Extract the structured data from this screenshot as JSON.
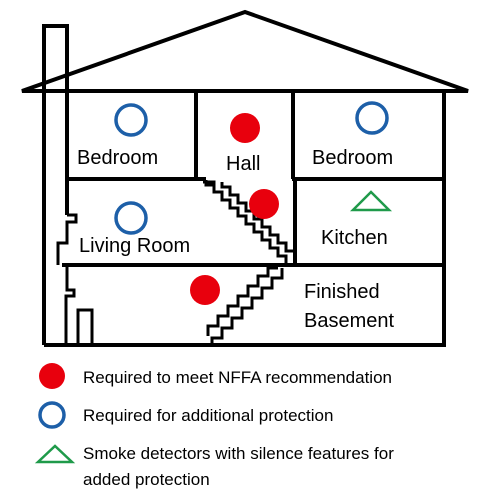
{
  "colors": {
    "outline": "#000000",
    "required_fill": "#e8000d",
    "additional_stroke": "#1d5fa8",
    "silence_stroke": "#1f9a4a"
  },
  "rooms": {
    "bedroom_left": "Bedroom",
    "hall": "Hall",
    "bedroom_right": "Bedroom",
    "living_room": "Living Room",
    "kitchen": "Kitchen",
    "basement_line1": "Finished",
    "basement_line2": "Basement"
  },
  "legend": {
    "required": "Required to meet NFFA recommendation",
    "additional": "Required for additional protection",
    "silence_line1": "Smoke detectors with silence features for",
    "silence_line2": "added protection"
  }
}
